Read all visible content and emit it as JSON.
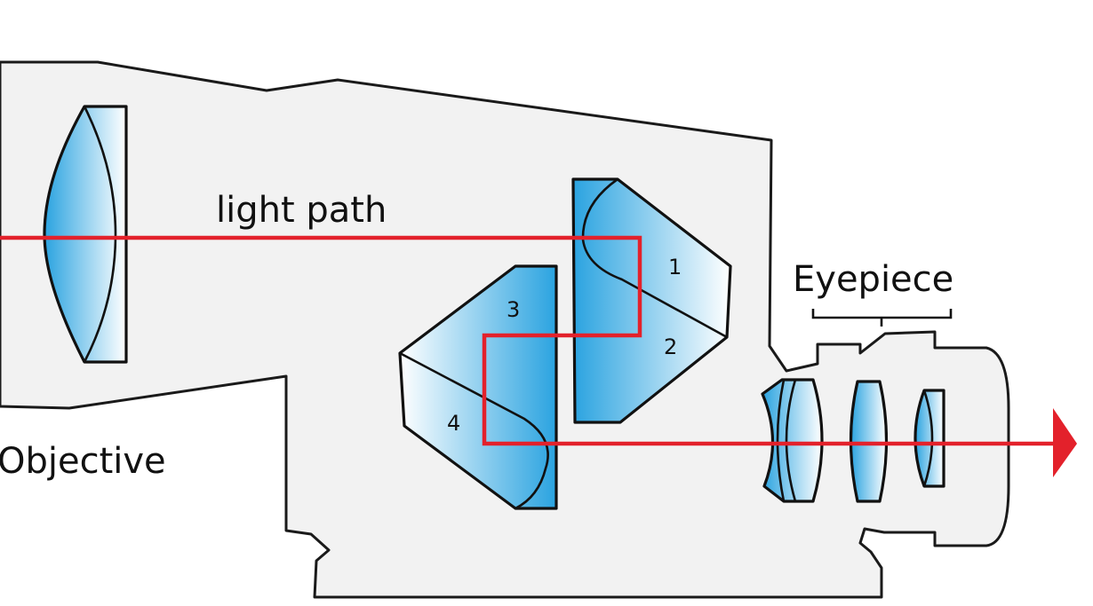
{
  "labels": {
    "light_path": "light path",
    "objective": "Objective",
    "eyepiece": "Eyepiece"
  },
  "prisms": [
    "1",
    "2",
    "3",
    "4"
  ],
  "colors": {
    "housing": "#f2f2f2",
    "glass_dark": "#2aa3e0",
    "glass_light": "#ffffff",
    "light_ray": "#e3212b",
    "outline": "#111111"
  }
}
